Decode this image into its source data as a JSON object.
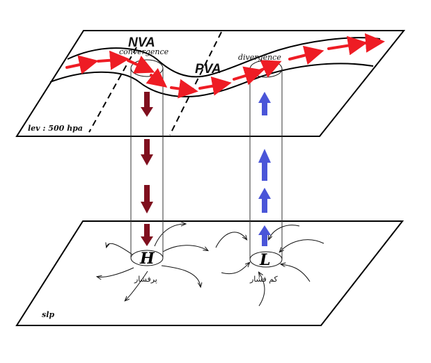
{
  "levels": {
    "upper": "lev : 500 hpa",
    "surface": "slp"
  },
  "upper_labels": {
    "nva": "NVA",
    "pva": "PVA",
    "convergence": "convergence",
    "divergence": "divergence"
  },
  "centers": {
    "high": {
      "symbol": "H",
      "label": "پرفشار"
    },
    "low": {
      "symbol": "L",
      "label": "کم فشار"
    }
  },
  "colors": {
    "jet_arrow": "#ee1c24",
    "sinking_arrow": "#7f0f1e",
    "rising_arrow": "#4a55d8",
    "lines": "#000000"
  },
  "icons": {
    "sinking": "arrow-down-icon",
    "rising": "arrow-up-icon"
  }
}
